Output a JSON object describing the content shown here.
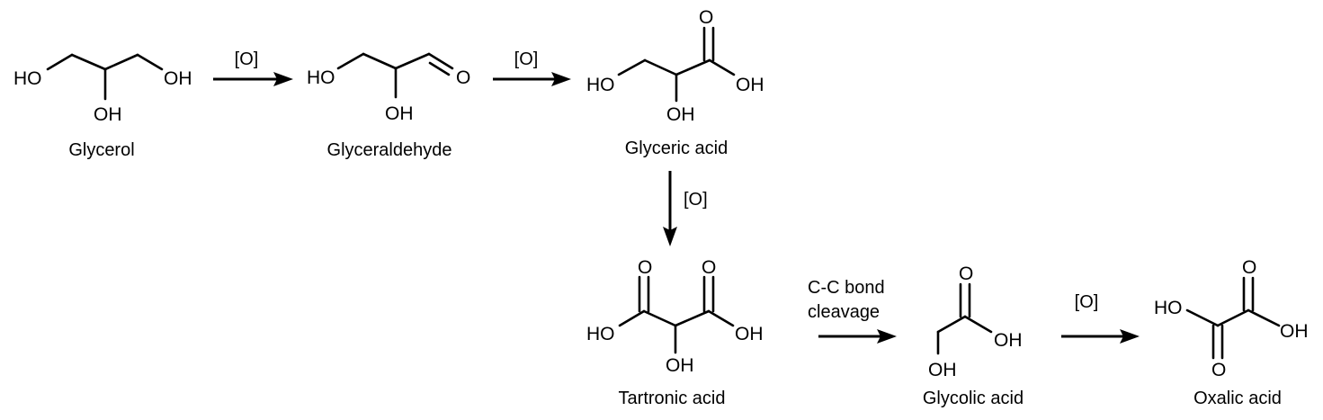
{
  "compounds": {
    "glycerol": {
      "name": "Glycerol",
      "atoms": {
        "ho_left": "HO",
        "oh_right": "OH",
        "oh_bottom": "OH"
      }
    },
    "glyceraldehyde": {
      "name": "Glyceraldehyde",
      "atoms": {
        "ho_left": "HO",
        "o_carbonyl": "O",
        "oh_bottom": "OH"
      }
    },
    "glyceric_acid": {
      "name": "Glyceric acid",
      "atoms": {
        "ho_left": "HO",
        "o_carbonyl": "O",
        "oh_acid": "OH",
        "oh_bottom": "OH"
      }
    },
    "tartronic_acid": {
      "name": "Tartronic acid",
      "atoms": {
        "o_left": "O",
        "o_right": "O",
        "ho_left": "HO",
        "oh_right": "OH",
        "oh_bottom": "OH"
      }
    },
    "glycolic_acid": {
      "name": "Glycolic acid",
      "atoms": {
        "o_carbonyl": "O",
        "oh_acid": "OH",
        "oh_bottom": "OH"
      }
    },
    "oxalic_acid": {
      "name": "Oxalic acid",
      "atoms": {
        "ho_left": "HO",
        "oh_right": "OH",
        "o_top": "O",
        "o_bottom": "O"
      }
    }
  },
  "steps": {
    "step1": {
      "label": "[O]"
    },
    "step2": {
      "label": "[O]"
    },
    "step3": {
      "label": "[O]"
    },
    "step4": {
      "label_line1": "C-C bond",
      "label_line2": "cleavage"
    },
    "step5": {
      "label": "[O]"
    }
  }
}
